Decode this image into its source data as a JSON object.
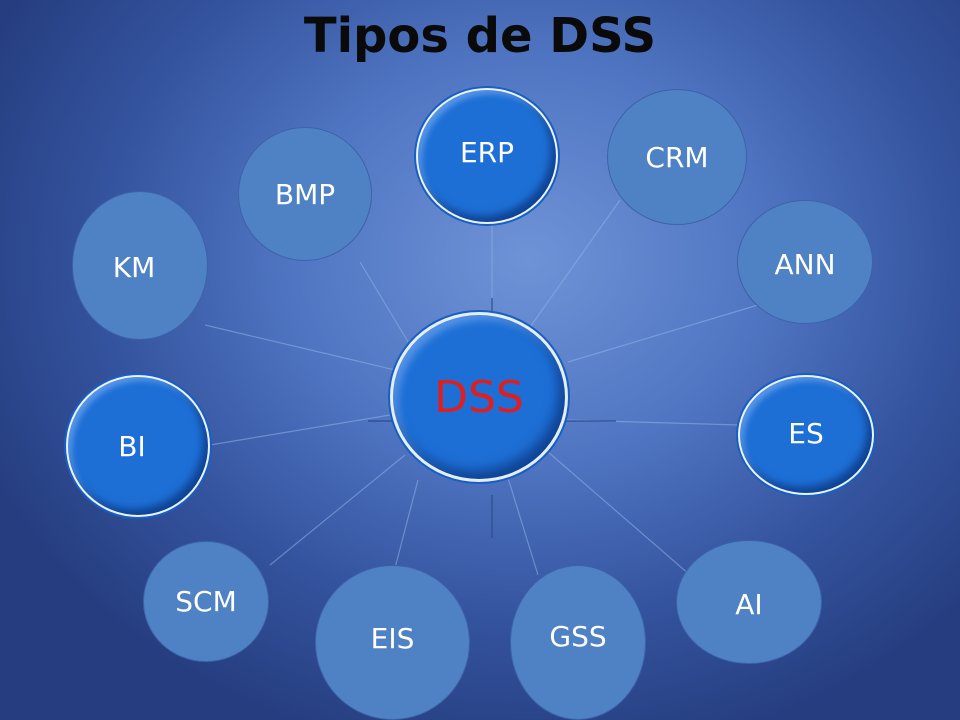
{
  "title": "Tipos de DSS",
  "center": {
    "label": "DSS",
    "color": "#e01e1e"
  },
  "nodes": [
    {
      "id": "erp",
      "label": "ERP",
      "highlight": true
    },
    {
      "id": "crm",
      "label": "CRM",
      "highlight": false
    },
    {
      "id": "ann",
      "label": "ANN",
      "highlight": false
    },
    {
      "id": "es",
      "label": "ES",
      "highlight": true
    },
    {
      "id": "ai",
      "label": "AI",
      "highlight": false
    },
    {
      "id": "gss",
      "label": "GSS",
      "highlight": false
    },
    {
      "id": "eis",
      "label": "EIS",
      "highlight": false
    },
    {
      "id": "scm",
      "label": "SCM",
      "highlight": false
    },
    {
      "id": "bi",
      "label": "BI",
      "highlight": true
    },
    {
      "id": "km",
      "label": "KM",
      "highlight": false
    },
    {
      "id": "bmp",
      "label": "BMP",
      "highlight": false
    }
  ],
  "colors": {
    "node_fill": "#4f82c4",
    "highlight_fill": "#1d6fd6",
    "connector": "#8fb2e8"
  }
}
